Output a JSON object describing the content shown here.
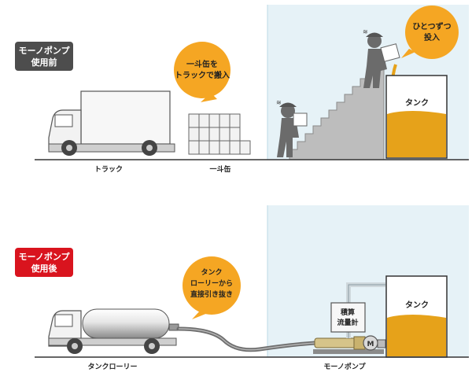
{
  "before": {
    "badge_line1": "モーノポンプ",
    "badge_line2": "使用前",
    "bubble_can_line1": "一斗缶を",
    "bubble_can_line2": "トラックで搬入",
    "bubble_worker_line1": "ひとつずつ",
    "bubble_worker_line2": "投入",
    "tank_label": "タンク",
    "truck_caption": "トラック",
    "can_caption": "一斗缶"
  },
  "after": {
    "badge_line1": "モーノポンプ",
    "badge_line2": "使用後",
    "bubble_line1": "タンク",
    "bubble_line2": "ローリーから",
    "bubble_line3": "直接引き抜き",
    "tank_label": "タンク",
    "meter_line1": "積算",
    "meter_line2": "流量計",
    "pump_caption": "モーノポンプ",
    "lorry_caption": "タンクローリー"
  },
  "colors": {
    "badge_before": "#4d4d4d",
    "badge_after": "#d9141e",
    "bubble": "#f5a623",
    "liquid": "#e6a21a",
    "room": "#e6f2f7"
  },
  "icons": [
    "truck-icon",
    "can-stack-icon",
    "worker-icon",
    "tank-icon",
    "lorry-icon",
    "hose-icon",
    "pump-icon",
    "flow-meter-icon"
  ]
}
